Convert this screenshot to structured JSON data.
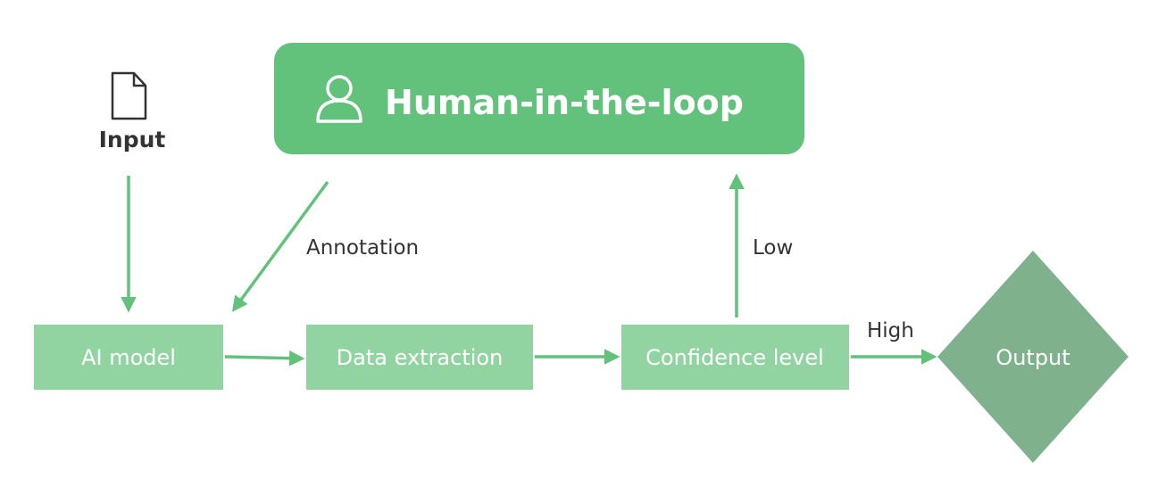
{
  "colors": {
    "primary_green": "#62c17a",
    "light_green": "#91d4a2",
    "output_green": "#7fb18d",
    "arrow_green": "#62c17a",
    "text_dark": "#333333",
    "text_white": "#ffffff"
  },
  "input": {
    "icon": "document-icon",
    "label": "Input"
  },
  "human_in_the_loop": {
    "icon": "person-icon",
    "label": "Human-in-the-loop"
  },
  "nodes": {
    "ai_model": "AI model",
    "data_extraction": "Data extraction",
    "confidence_level": "Confidence level",
    "output": "Output"
  },
  "edge_labels": {
    "annotation": "Annotation",
    "low": "Low",
    "high": "High"
  }
}
